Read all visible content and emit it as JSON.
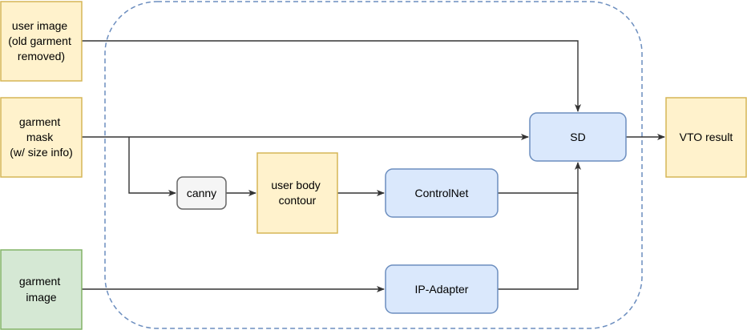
{
  "nodes": {
    "user_image": {
      "lines": [
        "user image",
        "(old garment",
        "removed)"
      ]
    },
    "garment_mask": {
      "lines": [
        "garment",
        "mask",
        "(w/ size info)"
      ]
    },
    "garment_image": {
      "lines": [
        "garment",
        "image"
      ]
    },
    "canny": {
      "lines": [
        "canny"
      ]
    },
    "user_body_contour": {
      "lines": [
        "user body",
        "contour"
      ]
    },
    "controlnet": {
      "lines": [
        "ControlNet"
      ]
    },
    "ip_adapter": {
      "lines": [
        "IP-Adapter"
      ]
    },
    "sd": {
      "lines": [
        "SD"
      ]
    },
    "vto_result": {
      "lines": [
        "VTO result"
      ]
    }
  },
  "colors": {
    "yellow_fill": "#fff2cc",
    "yellow_stroke": "#d6b656",
    "blue_fill": "#dae8fc",
    "blue_stroke": "#6c8ebf",
    "green_fill": "#d5e8d4",
    "green_stroke": "#82b366",
    "gray_fill": "#f5f5f5",
    "gray_stroke": "#666666",
    "edge": "#333333",
    "group_border": "#6c8ebf"
  }
}
